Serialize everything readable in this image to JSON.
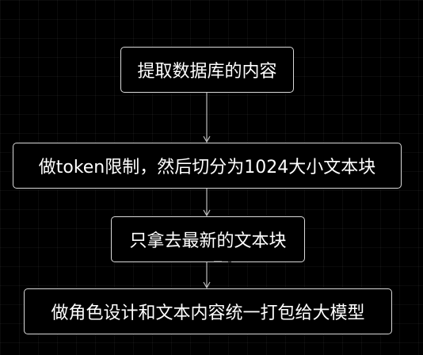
{
  "diagram": {
    "nodes": [
      {
        "id": "n1",
        "label": "提取数据库的内容"
      },
      {
        "id": "n2",
        "label": "做token限制，然后切分为1024大小文本块"
      },
      {
        "id": "n3",
        "label": "只拿去最新的文本块"
      },
      {
        "id": "n4",
        "label": "做角色设计和文本内容统一打包给大模型"
      }
    ],
    "edges": [
      {
        "from": "n1",
        "to": "n2"
      },
      {
        "from": "n2",
        "to": "n3"
      },
      {
        "from": "n3",
        "to": "n4"
      }
    ],
    "colors": {
      "background": "#000000",
      "node_border": "#d9d9d9",
      "text": "#ffffff",
      "edge": "#bfbfbf"
    }
  }
}
